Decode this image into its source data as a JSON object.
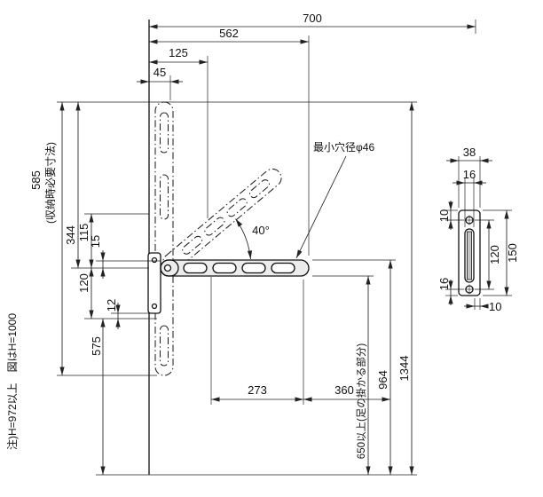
{
  "meta": {
    "description": "寸法図 (wall-mounted laundry arm dimensional drawing)",
    "colors": {
      "line": "#222222",
      "arm_fill": "#ececec",
      "background": "#ffffff"
    }
  },
  "main_view": {
    "dims": {
      "w700": "700",
      "w562": "562",
      "w125": "125",
      "w45": "45",
      "h585": "585",
      "h585note": "(収納時必要寸法)",
      "h344": "344",
      "h115": "115",
      "h15": "15",
      "h120": "120",
      "h12": "12",
      "h575": "575",
      "w273": "273",
      "w360": "360",
      "h650": "650以上(足の掛かる部分)",
      "h964": "964",
      "h1344": "1344",
      "angle": "40°",
      "minhole": "最小穴径φ46",
      "note": "注)H=972以上　図はH=1000"
    }
  },
  "side_view": {
    "dims": {
      "w38": "38",
      "w16top": "16",
      "h10top": "10",
      "h120": "120",
      "h150": "150",
      "h16bottom": "16",
      "w10bottom": "10"
    }
  }
}
